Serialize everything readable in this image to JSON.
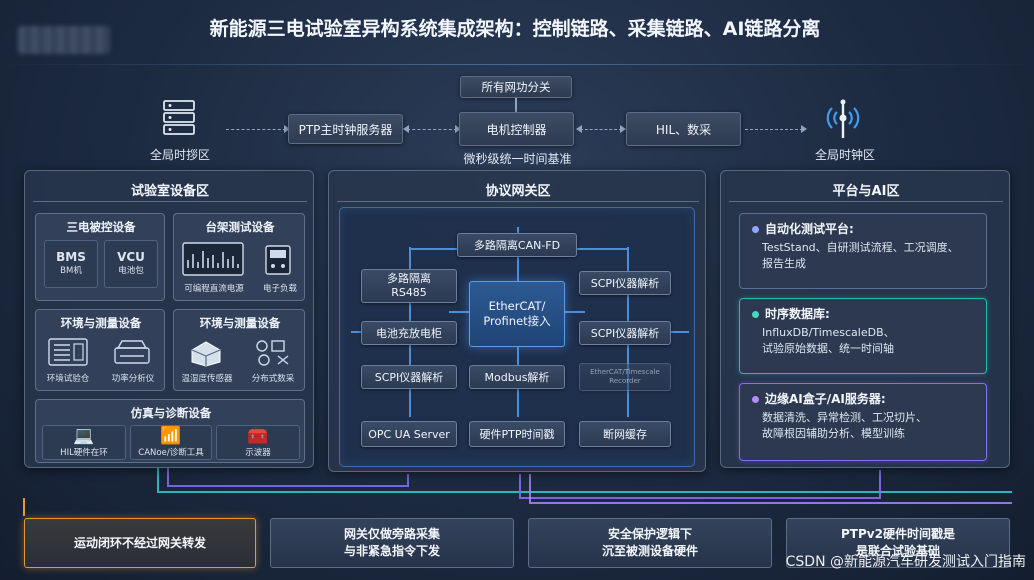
{
  "title": "新能源三电试验室异构系统集成架构：控制链路、采集链路、AI链路分离",
  "top": {
    "gateway_label": "所有网功分关",
    "left_node_label": "全局时拶区",
    "ptp_server": "PTP主时钟服务器",
    "motor_controller": "电机控制器",
    "hil_data": "HIL、数采",
    "sync_caption": "微秒级统一时间基准",
    "right_node_label": "全局时钟区"
  },
  "lab": {
    "title": "试验室设备区",
    "three_electric": {
      "title": "三电被控设备",
      "items": [
        {
          "name": "BMS",
          "sub": "BM机"
        },
        {
          "name": "VCU",
          "sub": "电池包"
        }
      ]
    },
    "bench": {
      "title": "台架测试设备",
      "items": [
        {
          "icon": "oscilloscope-icon",
          "label": "可编程直流电源"
        },
        {
          "icon": "load-icon",
          "label": "电子负载"
        }
      ]
    },
    "env1": {
      "title": "环境与测量设备",
      "items": [
        {
          "icon": "chamber-icon",
          "label": "环境试验仓"
        },
        {
          "icon": "analyzer-icon",
          "label": "功率分析仪"
        }
      ]
    },
    "env2": {
      "title": "环境与测量设备",
      "items": [
        {
          "icon": "sensor-icon",
          "label": "温湿度传感器"
        },
        {
          "icon": "daq-icon",
          "label": "分布式数采"
        }
      ]
    },
    "sim": {
      "title": "仿真与诊断设备",
      "items": [
        {
          "icon": "laptop-icon",
          "label": "HIL硬件在环"
        },
        {
          "icon": "wifi-icon",
          "label": "CANoe/诊断工具"
        },
        {
          "icon": "scope-icon",
          "label": "示波器"
        }
      ]
    }
  },
  "gateway": {
    "title": "协议网关区",
    "can_fd": "多路隔离CAN-FD",
    "rs485": "多路隔离\nRS485",
    "scpi_top": "SCPI仪器解析",
    "battery": "电池充放电柜",
    "center": "EtherCAT/\nProfinet接入",
    "scpi_mid": "SCPI仪器解析",
    "scpi_left": "SCPI仪器解析",
    "modbus": "Modbus解析",
    "faded": "EtherCAT/Timescale\nRecorder",
    "opc": "OPC UA Server",
    "hw_ptp": "硬件PTP时间戳",
    "cache": "断网缓存"
  },
  "platform": {
    "title": "平台与AI区",
    "cards": [
      {
        "head": "自动化测试平台:",
        "body": "TestStand、自研测试流程、工况调度、\n报告生成",
        "color": "#8fa8ff"
      },
      {
        "head": "时序数据库:",
        "body": "InfluxDB/TimescaleDB、\n试验原始数据、统一时间轴",
        "color": "#46d6c4"
      },
      {
        "head": "边缘AI盒子/AI服务器:",
        "body": "数据清洗、异常检测、工况切片、\n故障根因辅助分析、模型训练",
        "color": "#b48cff"
      }
    ]
  },
  "bottom": [
    "运动闭环不经过网关转发",
    "网关仅做旁路采集\n与非紧急指令下发",
    "安全保护逻辑下\n沉至被测设备硬件",
    "PTPv2硬件时间戳是\n是联合试验基础"
  ],
  "watermark": "CSDN @新能源汽车研发测试入门指南",
  "colors": {
    "accent": "#4a8fd8",
    "orange": "#e8962e",
    "teal": "#2ec7c9",
    "purple": "#8a6cf0"
  }
}
